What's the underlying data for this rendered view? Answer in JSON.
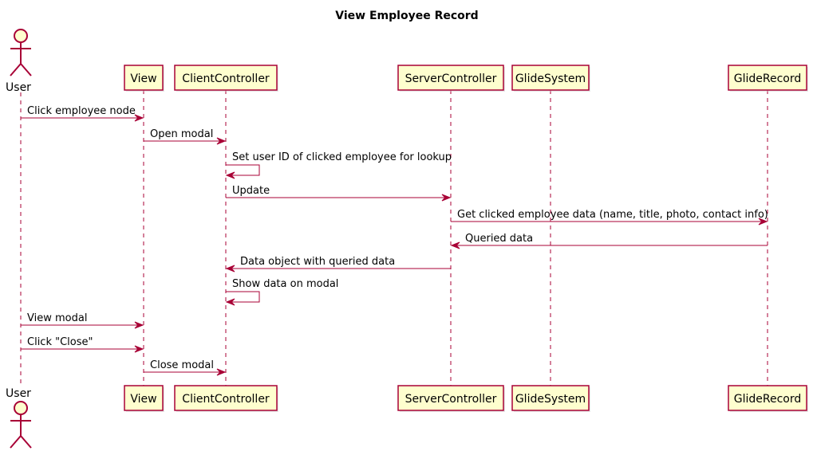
{
  "diagram": {
    "title": "View Employee Record",
    "colors": {
      "participant_fill": "#FEFECE",
      "participant_border": "#A80036",
      "arrow": "#A80036",
      "text": "#000000"
    },
    "participants": [
      {
        "id": "user",
        "label": "User",
        "kind": "actor"
      },
      {
        "id": "view",
        "label": "View",
        "kind": "participant"
      },
      {
        "id": "client",
        "label": "ClientController",
        "kind": "participant"
      },
      {
        "id": "server",
        "label": "ServerController",
        "kind": "participant"
      },
      {
        "id": "glidesystem",
        "label": "GlideSystem",
        "kind": "participant"
      },
      {
        "id": "gliderecord",
        "label": "GlideRecord",
        "kind": "participant"
      }
    ],
    "messages": [
      {
        "from": "user",
        "to": "view",
        "label": "Click employee node"
      },
      {
        "from": "view",
        "to": "client",
        "label": "Open modal"
      },
      {
        "from": "client",
        "to": "client",
        "label": "Set user ID of clicked employee for lookup"
      },
      {
        "from": "client",
        "to": "server",
        "label": "Update"
      },
      {
        "from": "server",
        "to": "gliderecord",
        "label": "Get clicked employee data (name, title, photo, contact info)"
      },
      {
        "from": "gliderecord",
        "to": "server",
        "label": "Queried data"
      },
      {
        "from": "server",
        "to": "client",
        "label": "Data object with queried data"
      },
      {
        "from": "client",
        "to": "client",
        "label": "Show data on modal"
      },
      {
        "from": "user",
        "to": "view",
        "label": "View modal"
      },
      {
        "from": "user",
        "to": "view",
        "label": "Click \"Close\""
      },
      {
        "from": "view",
        "to": "client",
        "label": "Close modal"
      }
    ]
  }
}
